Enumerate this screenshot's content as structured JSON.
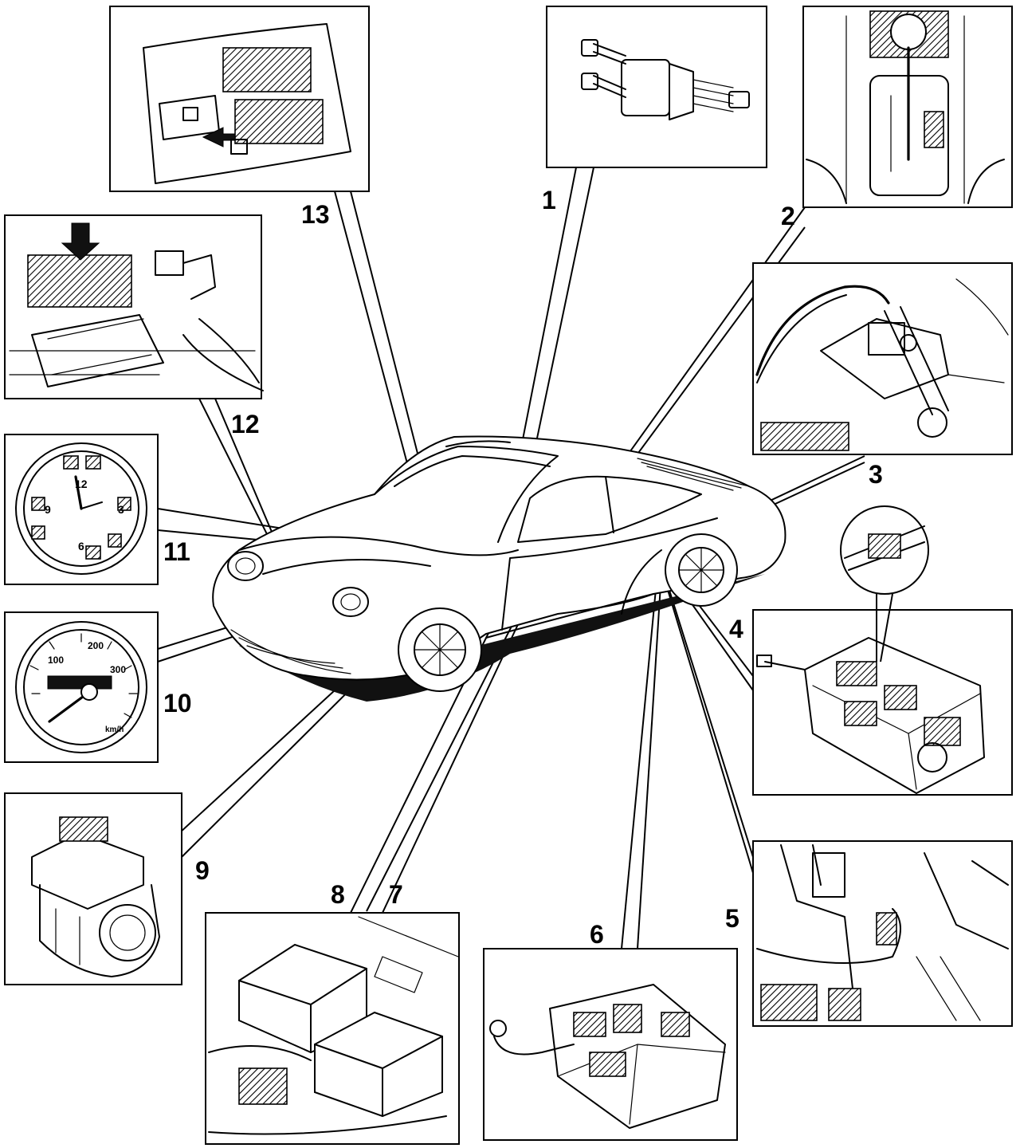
{
  "callouts": [
    {
      "id": "1",
      "label": "1"
    },
    {
      "id": "2",
      "label": "2"
    },
    {
      "id": "3",
      "label": "3"
    },
    {
      "id": "4",
      "label": "4"
    },
    {
      "id": "5",
      "label": "5"
    },
    {
      "id": "6",
      "label": "6"
    },
    {
      "id": "7",
      "label": "7"
    },
    {
      "id": "8",
      "label": "8"
    },
    {
      "id": "9",
      "label": "9"
    },
    {
      "id": "10",
      "label": "10"
    },
    {
      "id": "11",
      "label": "11"
    },
    {
      "id": "12",
      "label": "12"
    },
    {
      "id": "13",
      "label": "13"
    }
  ],
  "gauges": {
    "clock_numbers": [
      "12",
      "3",
      "6",
      "9"
    ],
    "speedo_numbers": [
      "100",
      "200",
      "300",
      "km/h"
    ]
  }
}
